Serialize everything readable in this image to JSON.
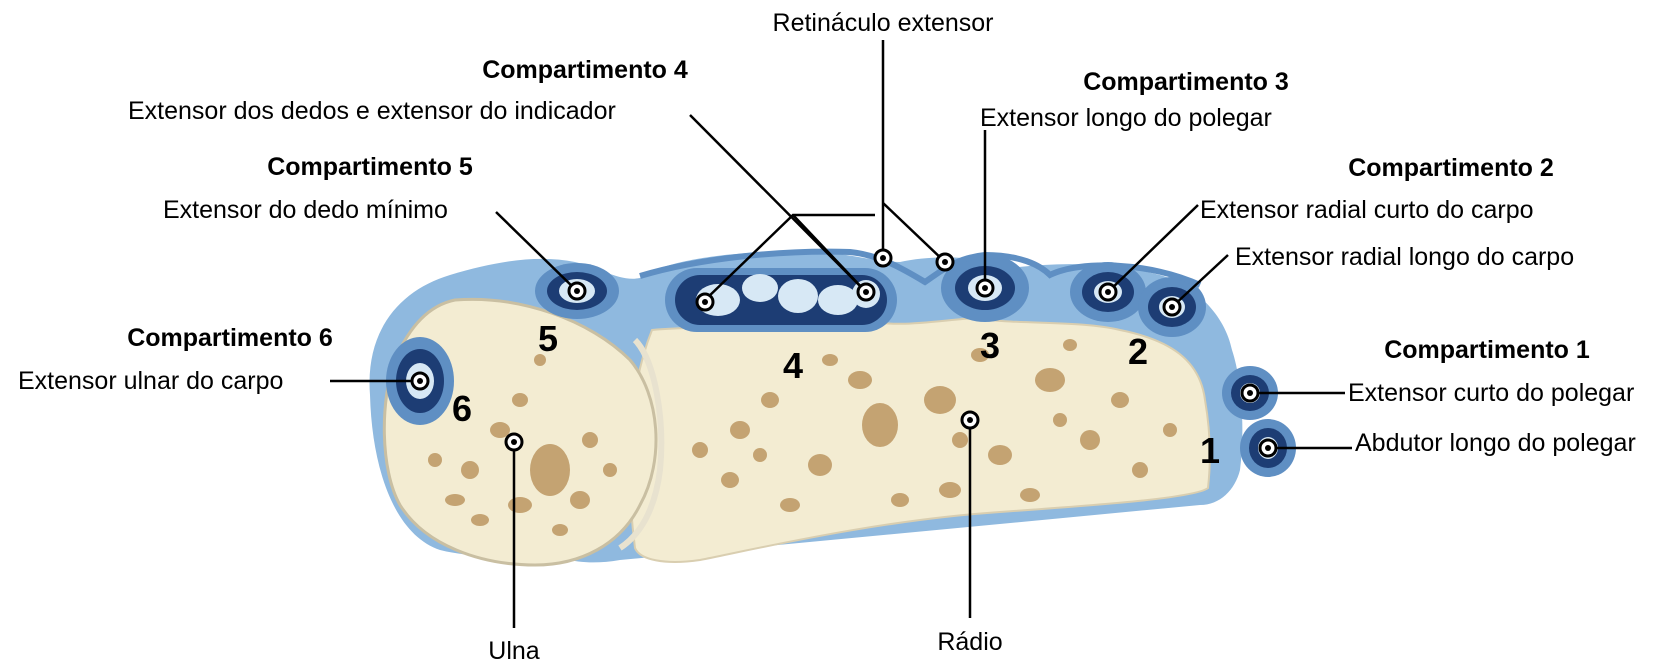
{
  "labels": {
    "retinaculo": "Retináculo extensor",
    "c4_header": "Compartimento 4",
    "c4_desc": "Extensor dos dedos e extensor do indicador",
    "c3_header": "Compartimento 3",
    "c3_desc": "Extensor longo do polegar",
    "c5_header": "Compartimento 5",
    "c5_desc": "Extensor do dedo mínimo",
    "c2_header": "Compartimento 2",
    "c2_desc_a": "Extensor radial curto do carpo",
    "c2_desc_b": "Extensor radial longo do carpo",
    "c6_header": "Compartimento 6",
    "c6_desc": "Extensor ulnar do carpo",
    "c1_header": "Compartimento 1",
    "c1_desc_a": "Extensor curto do polegar",
    "c1_desc_b": "Abdutor longo do polegar",
    "ulna": "Ulna",
    "radio": "Rádio"
  },
  "numbers": {
    "n1": "1",
    "n2": "2",
    "n3": "3",
    "n4": "4",
    "n5": "5",
    "n6": "6"
  },
  "colors": {
    "bone": "#f3ecd2",
    "pores": "#b48b52",
    "sheath_light": "#8fb9df",
    "sheath_dark": "#1d3d74",
    "tendon_light": "#d7e8f5"
  }
}
